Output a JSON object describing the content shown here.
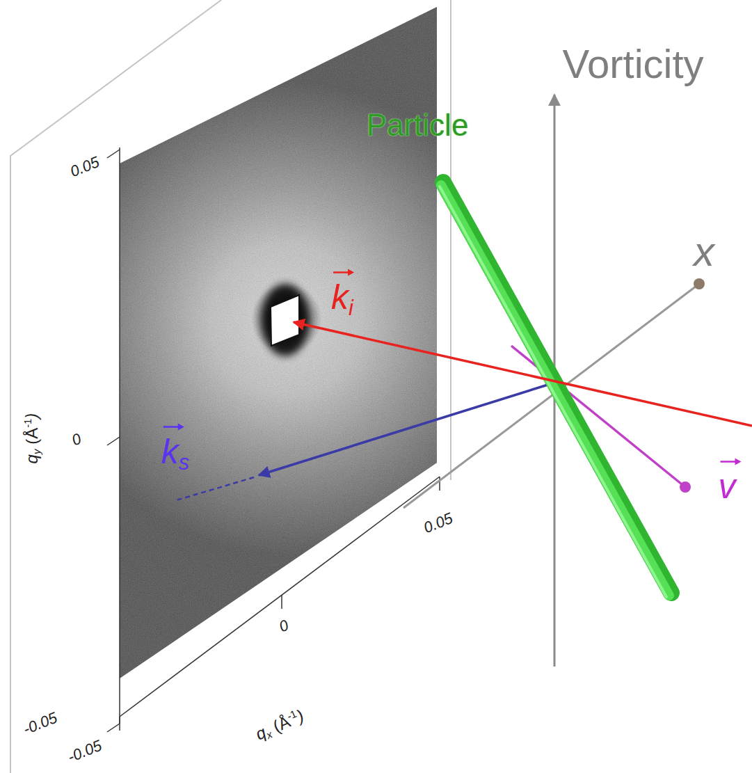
{
  "diagram": {
    "labels": [
      "Vorticity",
      "Particle",
      "x",
      "k",
      "i",
      "k",
      "s",
      "v",
      "0.05",
      "0",
      "-0.05",
      "q",
      "y",
      "(Å",
      "-1",
      ")",
      "-0.05",
      "0",
      "0.05",
      "q",
      "x",
      "(Å",
      "-1",
      ")"
    ]
  }
}
